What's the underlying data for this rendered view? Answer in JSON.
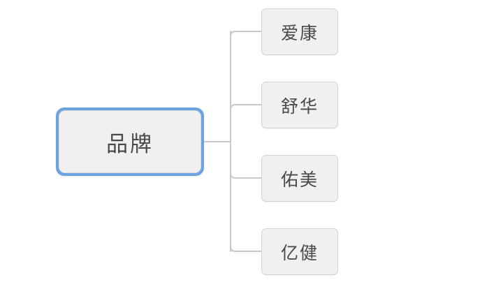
{
  "diagram": {
    "type": "mind-map",
    "orientation": "left-to-right",
    "background_color": "#ffffff",
    "root": {
      "label": "品牌",
      "border_color": "#6aa3e0",
      "fill_color": "#f0f0f0",
      "text_color": "#494949"
    },
    "children": [
      {
        "label": "爱康",
        "fill_color": "#f0f0f0",
        "border_color": "#d2d2d2",
        "text_color": "#494949"
      },
      {
        "label": "舒华",
        "fill_color": "#f0f0f0",
        "border_color": "#d2d2d2",
        "text_color": "#494949"
      },
      {
        "label": "佑美",
        "fill_color": "#f0f0f0",
        "border_color": "#d2d2d2",
        "text_color": "#494949"
      },
      {
        "label": "亿健",
        "fill_color": "#f0f0f0",
        "border_color": "#d2d2d2",
        "text_color": "#494949"
      }
    ],
    "connector": {
      "color": "#c8c8c8",
      "width": 2,
      "style": "orthogonal-rounded"
    }
  }
}
